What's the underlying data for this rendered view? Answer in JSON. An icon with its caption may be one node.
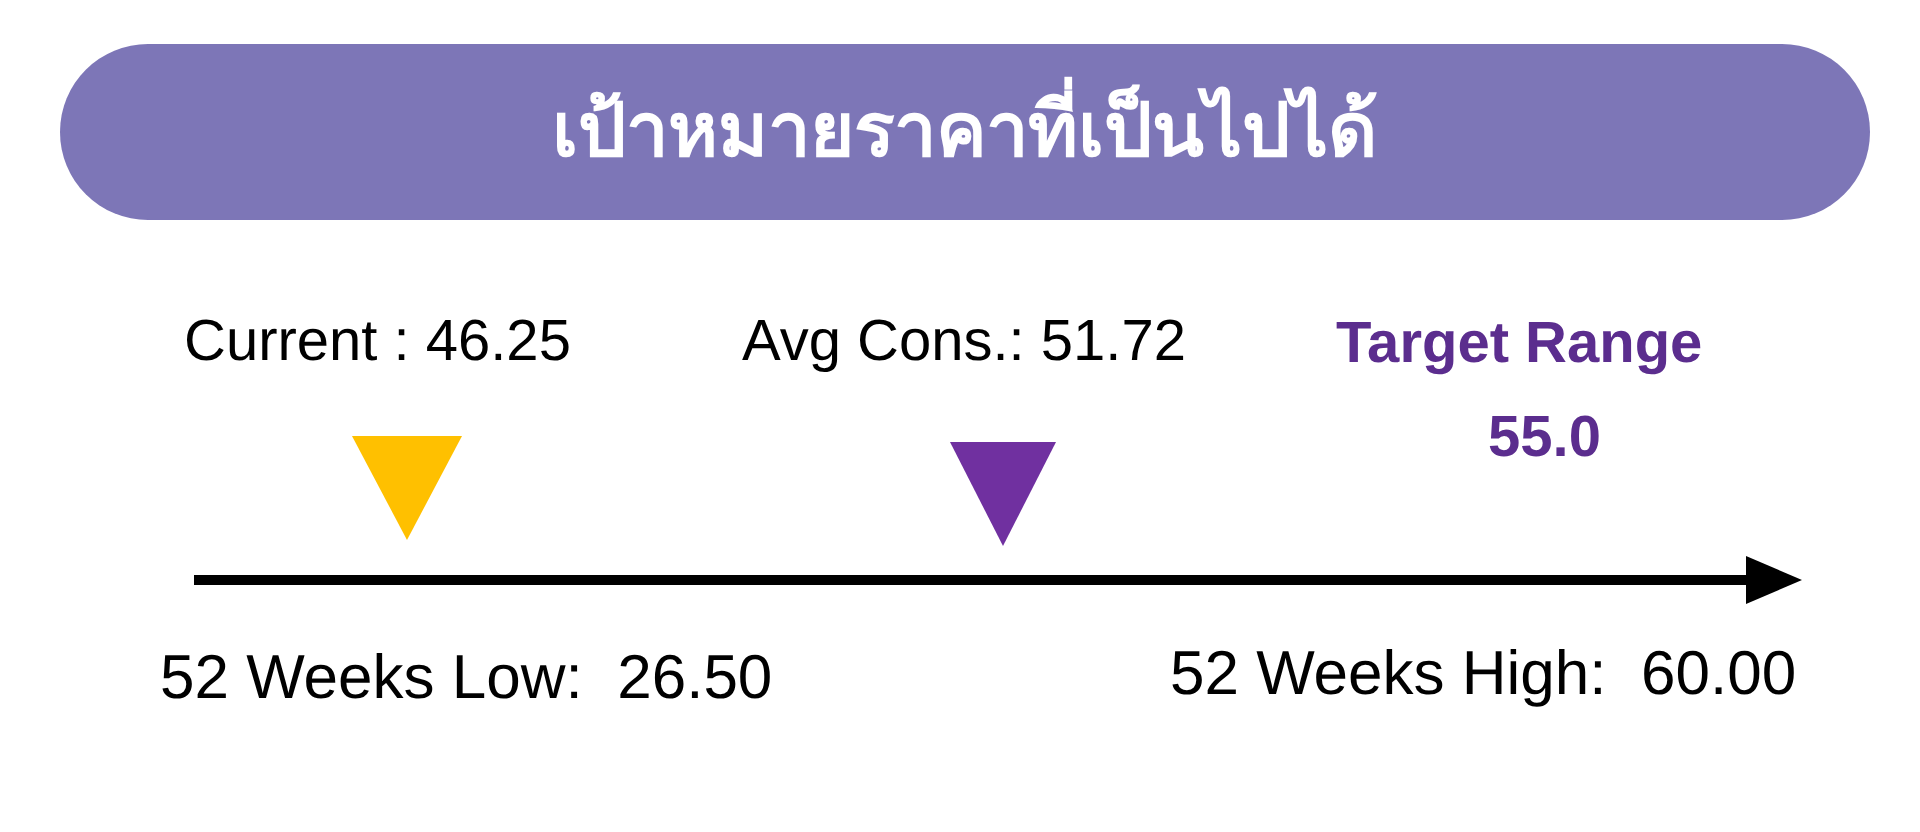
{
  "diagram": {
    "title": "เป้าหมายราคาที่เป็นไปได้",
    "labels": [
      "Current : 46.25",
      "Avg Cons.: 51.72",
      "Target Range",
      "55.0",
      "52 Weeks Low:  26.50",
      "52 Weeks High:  60.00"
    ]
  }
}
